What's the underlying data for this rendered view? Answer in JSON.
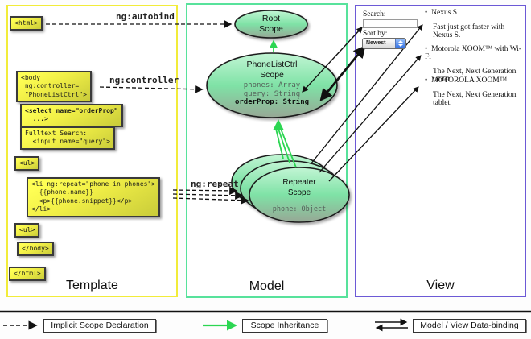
{
  "panels": {
    "template": {
      "label": "Template"
    },
    "model": {
      "label": "Model"
    },
    "view": {
      "label": "View"
    }
  },
  "code_boxes": [
    {
      "name": "html-open",
      "text": "<html>"
    },
    {
      "name": "body-open",
      "text": "<body\n ng:controller=\n \"PhoneListCtrl\">"
    },
    {
      "name": "select-orderprop",
      "text": "<select name=\"orderProp\"\n  ...>"
    },
    {
      "name": "fulltext-search",
      "text": "Fulltext Search:\n  <input name=\"query\">"
    },
    {
      "name": "ul-open",
      "text": "<ul>"
    },
    {
      "name": "li-repeat",
      "text": "<li ng:repeat=\"phone in phones\">\n  {{phone.name}}\n  <p>{{phone.snippet}}</p>\n</li>"
    },
    {
      "name": "ul-close",
      "text": "<ul>"
    },
    {
      "name": "body-close",
      "text": "</body>"
    },
    {
      "name": "html-close",
      "text": "</html>"
    }
  ],
  "directives": {
    "autobind": "ng:autobind",
    "controller": "ng:controller",
    "repeat": "ng:repeat"
  },
  "scopes": {
    "root": {
      "title": "Root\nScope"
    },
    "phonelist": {
      "title": "PhoneListCtrl\nScope",
      "props": "phones: Array\nquery: String",
      "bold_prop": "orderProp: String"
    },
    "repeater": {
      "title": "Repeater\nScope",
      "props": "phone: Object"
    }
  },
  "view": {
    "search_label": "Search:",
    "search_value": "",
    "sort_label": "Sort by:",
    "sort_value": "Newest",
    "bullet_glyph": "•",
    "items": [
      {
        "title": "Nexus S",
        "desc": "Fast just got faster with Nexus S."
      },
      {
        "title": "Motorola XOOM™ with Wi-Fi",
        "desc": "The Next, Next Generation tablet."
      },
      {
        "title": "MOTOROLA XOOM™",
        "desc": "The Next, Next Generation tablet."
      }
    ]
  },
  "legend": {
    "implicit": "Implicit Scope Declaration",
    "inheritance": "Scope Inheritance",
    "databinding": "Model / View Data-binding"
  },
  "colors": {
    "template_border": "#F2EC3A",
    "model_border": "#57E29B",
    "view_border": "#6C59D6",
    "code_box_fill": "#F5F04A",
    "scope_fill_top": "#C2F5D4",
    "scope_fill_bottom": "#97A795",
    "inheritance_green": "#2CD652",
    "arrow_black": "#111111"
  }
}
